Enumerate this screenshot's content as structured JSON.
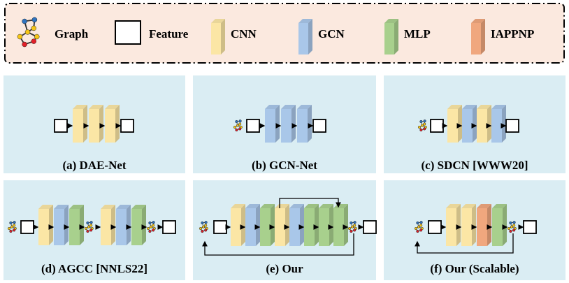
{
  "legend": {
    "graph": "Graph",
    "feature": "Feature",
    "cnn": "CNN",
    "gcn": "GCN",
    "mlp": "MLP",
    "iappnp": "IAPPNP"
  },
  "panels": {
    "a": "(a) DAE-Net",
    "b": "(b) GCN-Net",
    "c": "(c) SDCN [WWW20]",
    "d": "(d) AGCC [NNLS22]",
    "e": "(e) Our",
    "f": "(f) Our (Scalable)"
  },
  "colors": {
    "legend_bg": "#fbe9df",
    "panel_bg": "#daedf3",
    "cnn": "#fbe6a5",
    "gcn": "#a9c7e9",
    "mlp": "#a8d08d",
    "iappnp": "#f0a77e",
    "node_blue": "#2f74c0",
    "node_yellow": "#f5c518",
    "node_red": "#e22028"
  }
}
